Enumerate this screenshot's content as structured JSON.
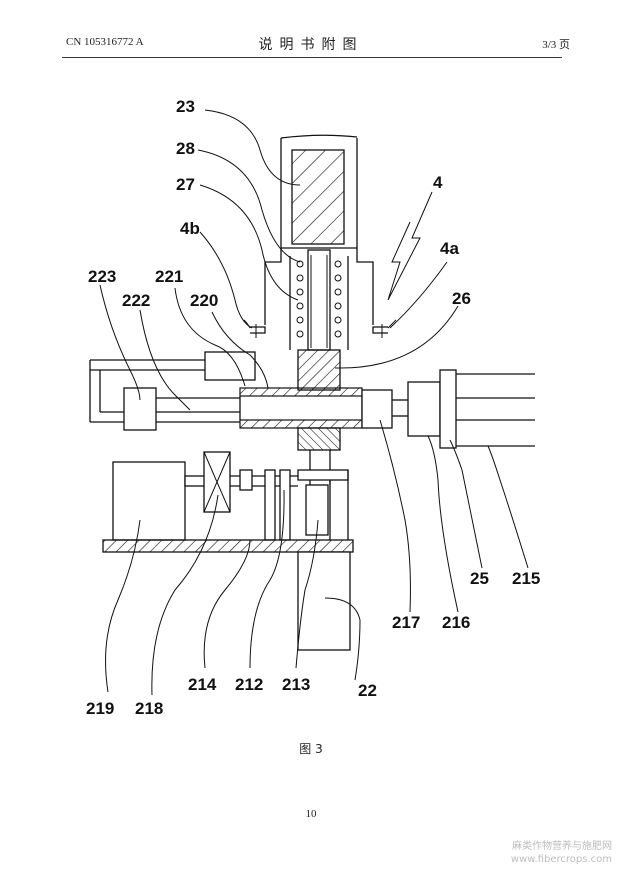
{
  "header": {
    "left": "CN 105316772 A",
    "center": "说明书附图",
    "right": "3/3 页"
  },
  "figure": {
    "caption": "图 3",
    "labels": {
      "l23": "23",
      "l28": "28",
      "l27": "27",
      "l4b": "4b",
      "l4": "4",
      "l4a": "4a",
      "l223": "223",
      "l222": "222",
      "l221": "221",
      "l220": "220",
      "l26": "26",
      "l217": "217",
      "l216": "216",
      "l25": "25",
      "l215": "215",
      "l219": "219",
      "l218": "218",
      "l214": "214",
      "l212": "212",
      "l213": "213",
      "l22": "22"
    }
  },
  "footer": {
    "page_number": "10"
  },
  "watermark": {
    "line1": "麻类作物营养与施肥网",
    "line2": "www.fibercrops.com"
  }
}
